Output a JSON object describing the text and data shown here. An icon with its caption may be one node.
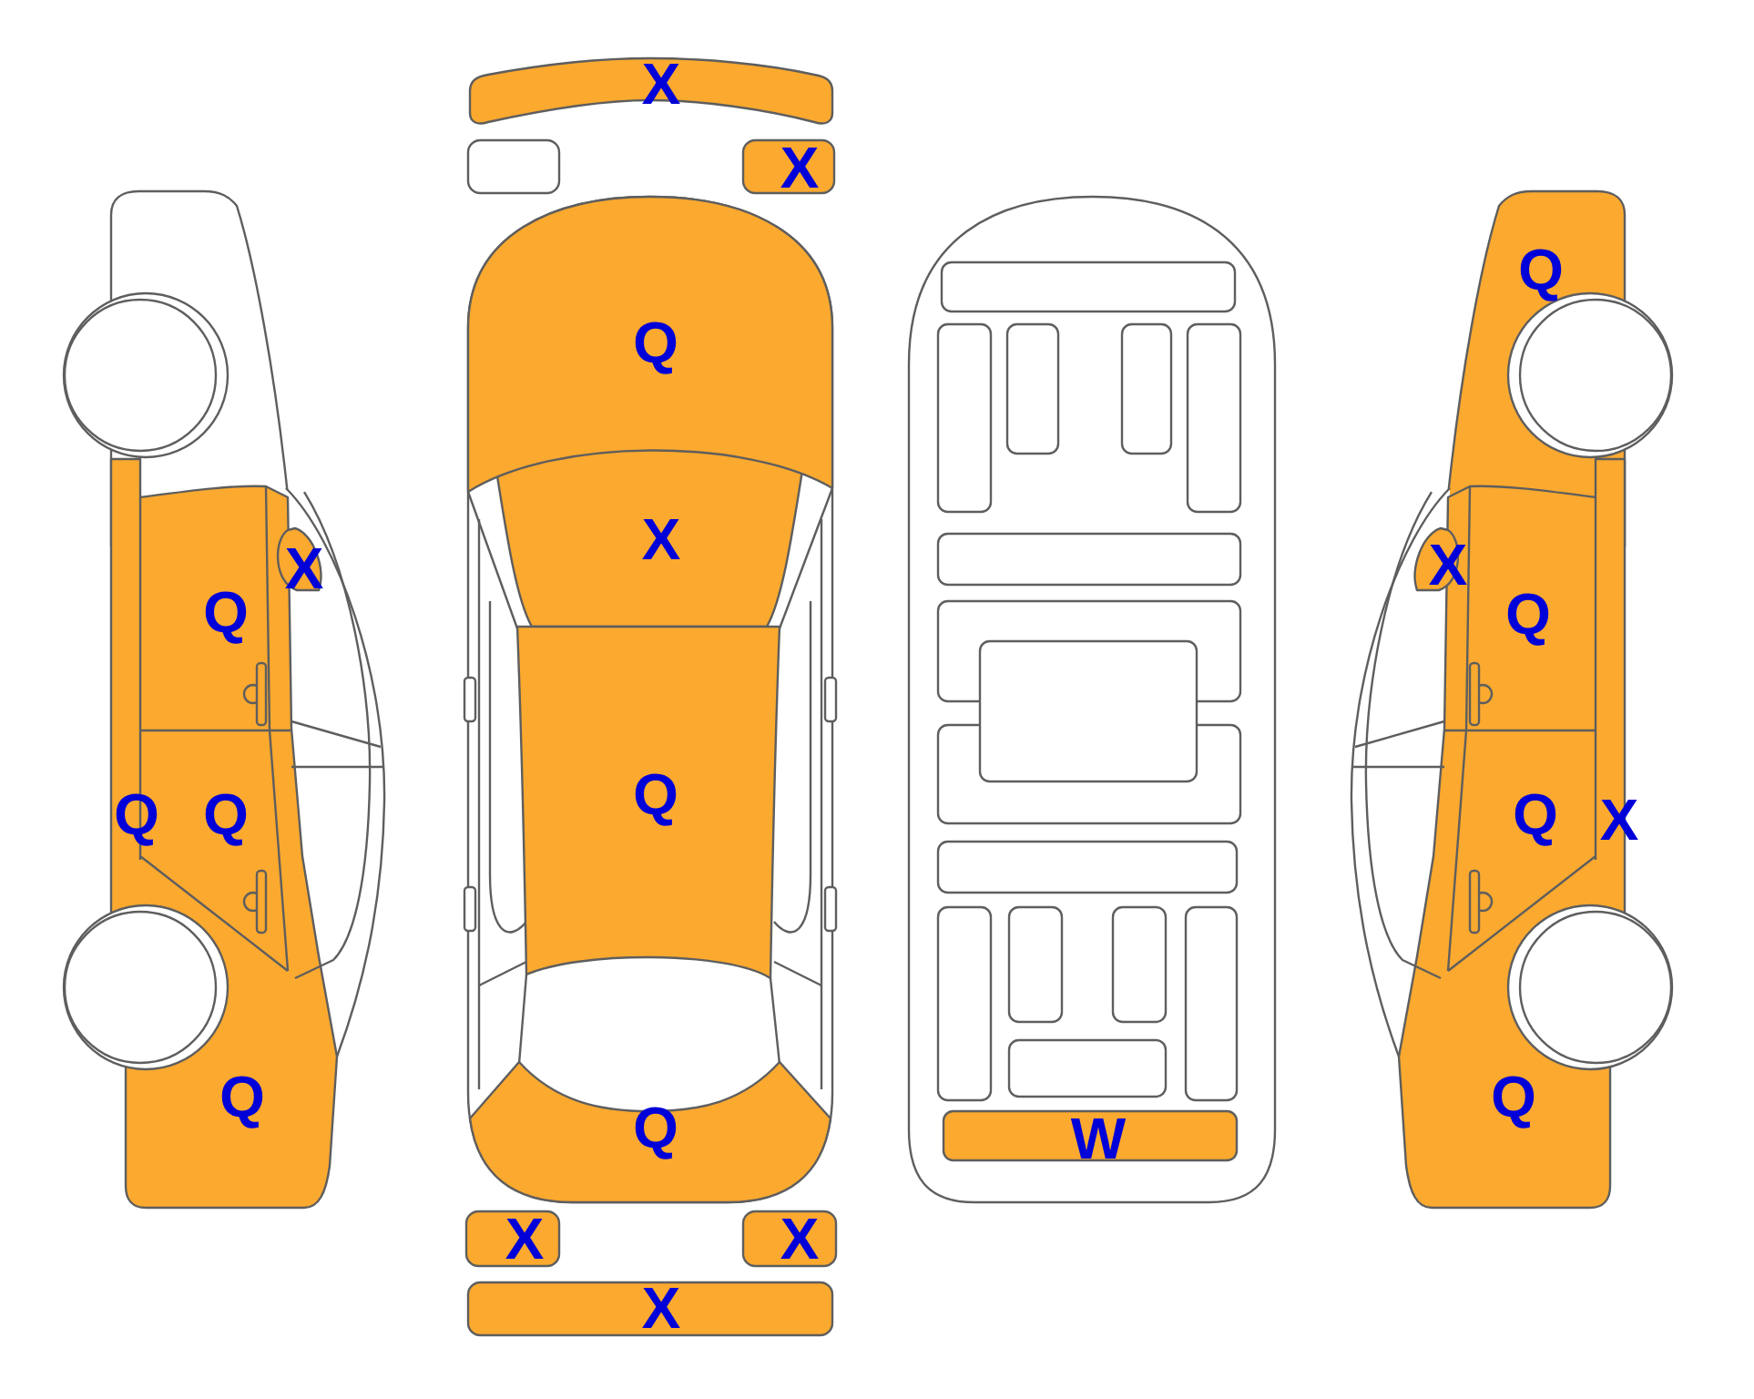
{
  "diagram": {
    "labels": [
      "X",
      "X",
      "Q",
      "Q",
      "X",
      "X",
      "X",
      "Q",
      "Q",
      "Q",
      "Q",
      "Q",
      "Q",
      "X",
      "Q",
      "Q",
      "W",
      "Q",
      "X",
      "X",
      "X"
    ]
  }
}
